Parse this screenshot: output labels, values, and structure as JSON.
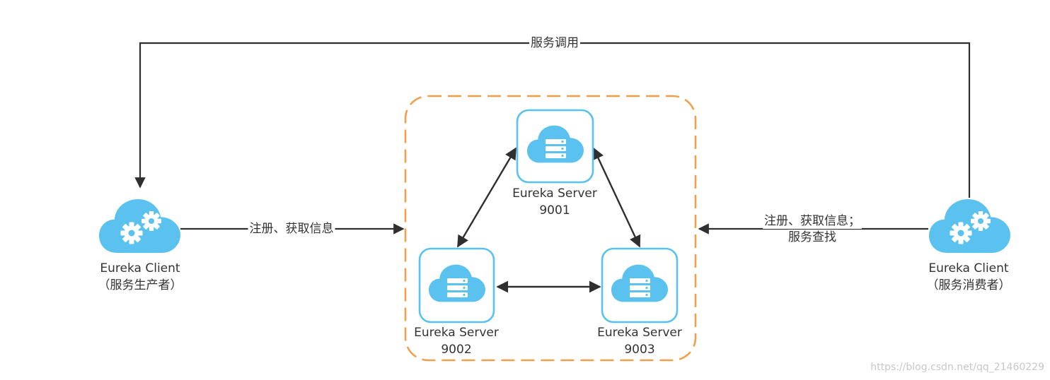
{
  "colors": {
    "line": "#2f2f2f",
    "cluster_border": "#f0a04b",
    "server_tile_border": "#5bc2ef",
    "cloud": "#5bc2ef"
  },
  "edges": {
    "service_call": "服务调用",
    "producer_register": "注册、获取信息",
    "consumer_register_line1": "注册、获取信息；",
    "consumer_register_line2": "服务查找"
  },
  "clients": {
    "producer": {
      "name": "Eureka Client",
      "role": "（服务生产者）",
      "icon": "cloud-gears-icon"
    },
    "consumer": {
      "name": "Eureka Client",
      "role": "（服务消费者）",
      "icon": "cloud-gears-icon"
    }
  },
  "servers": [
    {
      "name": "Eureka Server",
      "port": "9001",
      "icon": "cloud-server-icon"
    },
    {
      "name": "Eureka Server",
      "port": "9002",
      "icon": "cloud-server-icon"
    },
    {
      "name": "Eureka Server",
      "port": "9003",
      "icon": "cloud-server-icon"
    }
  ],
  "watermark": "https://blog.csdn.net/qq_21460229"
}
